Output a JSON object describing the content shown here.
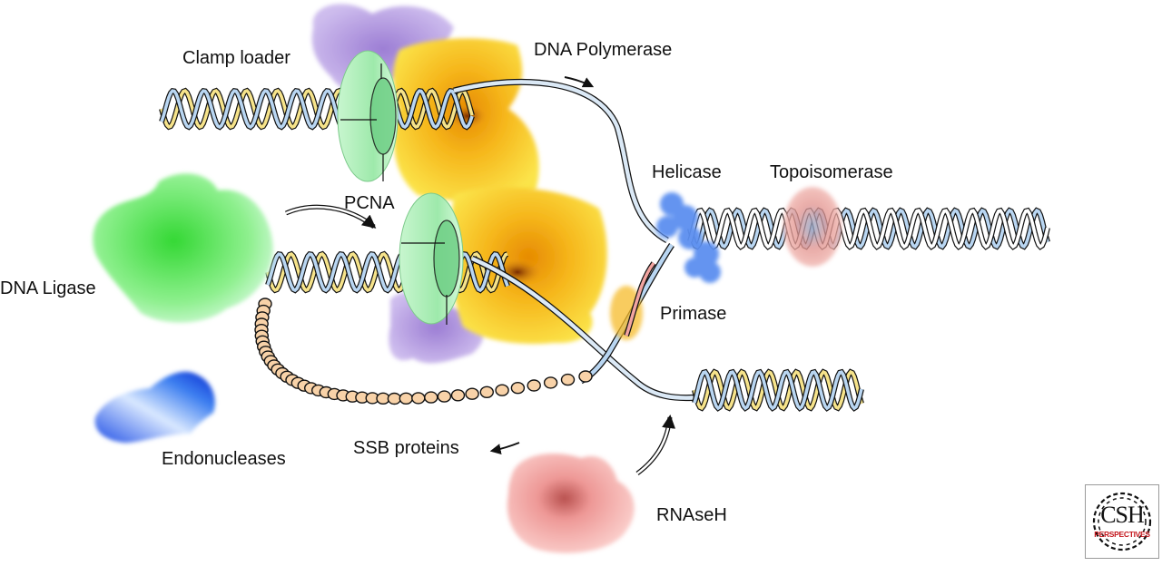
{
  "figure": {
    "title": "DNA replication fork machinery",
    "labels": {
      "clamp_loader": "Clamp loader",
      "dna_polymerase": "DNA Polymerase",
      "helicase": "Helicase",
      "topoisomerase": "Topoisomerase",
      "pcna": "PCNA",
      "dna_ligase": "DNA Ligase",
      "primase": "Primase",
      "endonucleases": "Endonucleases",
      "ssb_proteins": "SSB proteins",
      "rnaseh": "RNAseH"
    },
    "colors": {
      "clamp_loader": "#9b7fd1",
      "polymerase": "#f7c21a",
      "pcna": "#aef0b8",
      "helicase": "#5b8ff0",
      "topoisomerase": "#e88a86",
      "ligase": "#5fe25f",
      "endonuclease": "#1f4fe0",
      "rnaseh": "#ef9a98",
      "ssb": "#f8d2a8",
      "strand_blue": "#b9d6f2",
      "strand_yellow": "#f6e38a",
      "strand_rna": "#f08c8c"
    }
  },
  "logo": {
    "line1": "CSH",
    "line2": "PERSPECTIVES"
  }
}
